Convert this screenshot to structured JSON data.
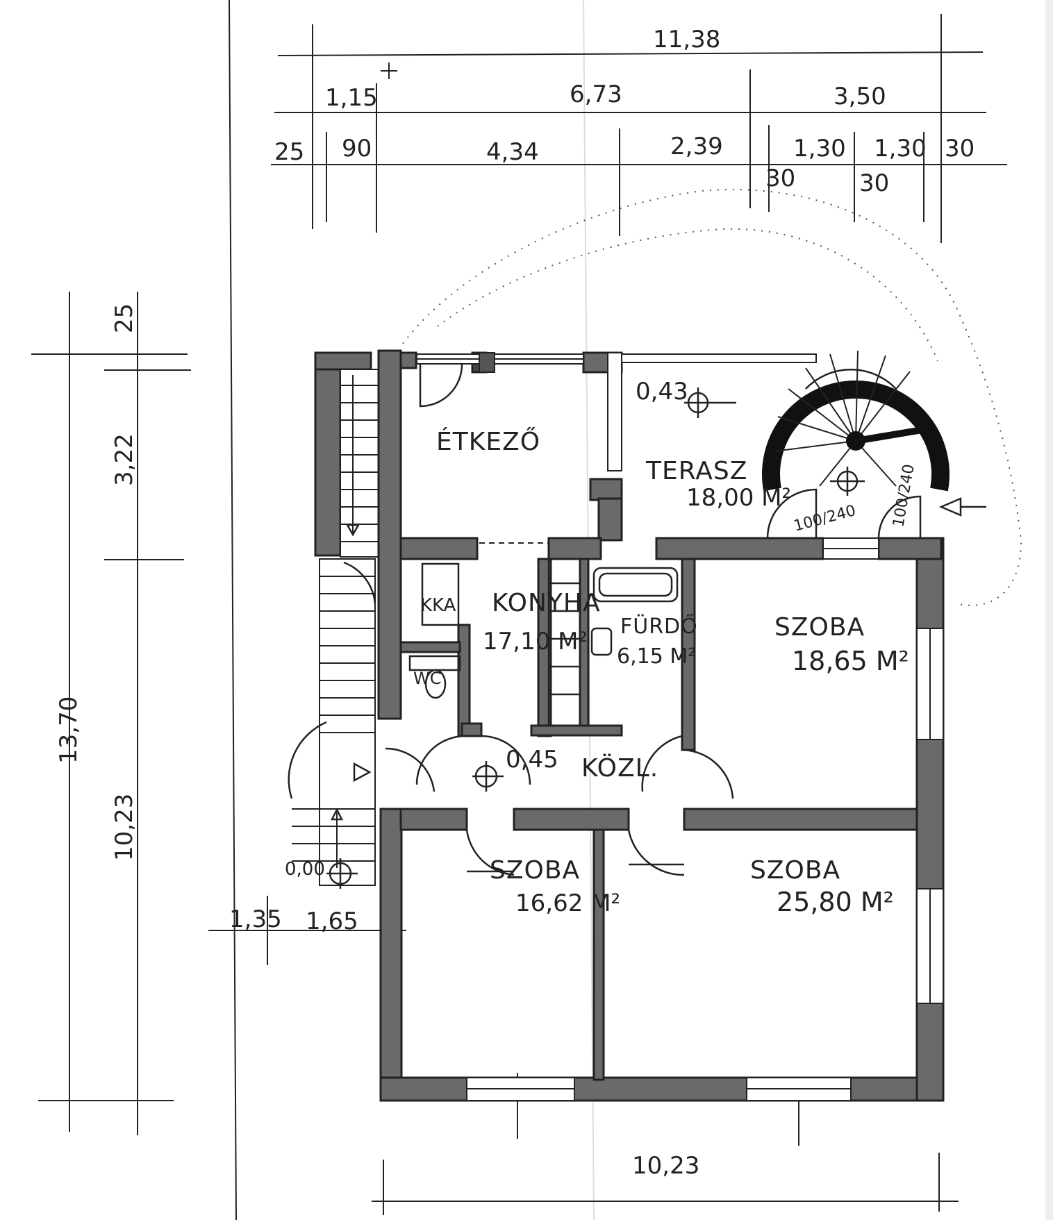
{
  "dimensions": {
    "top_total": "11,38",
    "top_row2": [
      "1,15",
      "6,73",
      "3,50"
    ],
    "top_row3": [
      "25",
      "90",
      "4,34",
      "2,39",
      "1,30",
      "1,30",
      "30"
    ],
    "top_row3_sub": [
      "30",
      "30"
    ],
    "left_total": "13,70",
    "left_parts": [
      "25",
      "3,22",
      "10,23"
    ],
    "bottom": "10,23",
    "lower_left": [
      "1,35",
      "1,65"
    ]
  },
  "levels": {
    "terrace": "0,43",
    "corridor": "0,45",
    "entrance": "0,00"
  },
  "rooms": {
    "dining": {
      "name": "ÉTKEZŐ"
    },
    "terrace": {
      "name": "TERASZ",
      "area": "18,00 M²"
    },
    "pantry": {
      "name": "KKA"
    },
    "kitchen": {
      "name": "KONYHA",
      "area": "17,10 M²"
    },
    "bathroom": {
      "name": "FÜRDŐ",
      "area": "6,15 M²"
    },
    "wc": {
      "name": "WC"
    },
    "hall": {
      "name": "KÖZL."
    },
    "room_ne": {
      "name": "SZOBA",
      "area": "18,65 M²"
    },
    "room_sw": {
      "name": "SZOBA",
      "area": "16,62 M²"
    },
    "room_se": {
      "name": "SZOBA",
      "area": "25,80 M²"
    }
  },
  "door_notes": [
    "100/240",
    "100/240"
  ]
}
